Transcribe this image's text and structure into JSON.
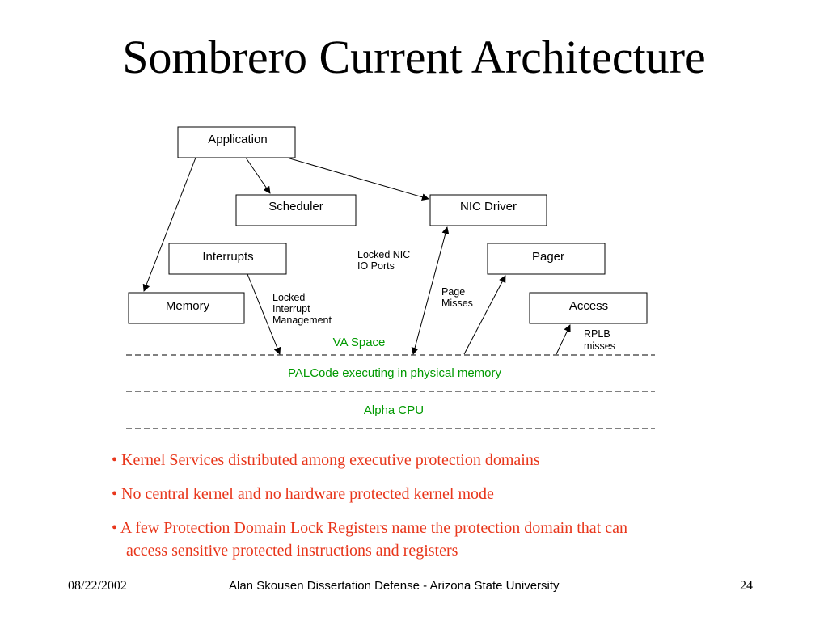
{
  "title": "Sombrero Current Architecture",
  "diagram": {
    "boxes": {
      "application": "Application",
      "scheduler": "Scheduler",
      "nic_driver": "NIC Driver",
      "interrupts": "Interrupts",
      "pager": "Pager",
      "memory": "Memory",
      "access": "Access"
    },
    "labels": {
      "locked_nic_1": "Locked NIC",
      "locked_nic_2": "IO Ports",
      "page_misses_1": "Page",
      "page_misses_2": "Misses",
      "locked_interrupt_1": "Locked",
      "locked_interrupt_2": "Interrupt",
      "locked_interrupt_3": "Management",
      "rplb_1": "RPLB",
      "rplb_2": "misses"
    },
    "layers": {
      "va_space": "VA Space",
      "palcode": "PALCode executing in physical memory",
      "alpha_cpu": "Alpha CPU"
    },
    "colors": {
      "layer_text": "#009900",
      "bullet_text": "#e8361b"
    }
  },
  "bullets": [
    {
      "line1": "• Kernel Services distributed among executive protection domains",
      "line2": ""
    },
    {
      "line1": "• No central kernel and no hardware protected kernel mode",
      "line2": ""
    },
    {
      "line1": "• A few Protection Domain Lock Registers name the protection domain that can",
      "line2": "access sensitive protected instructions and registers"
    }
  ],
  "footer": {
    "date": "08/22/2002",
    "center": "Alan Skousen Dissertation Defense - Arizona State University",
    "page": "24"
  }
}
